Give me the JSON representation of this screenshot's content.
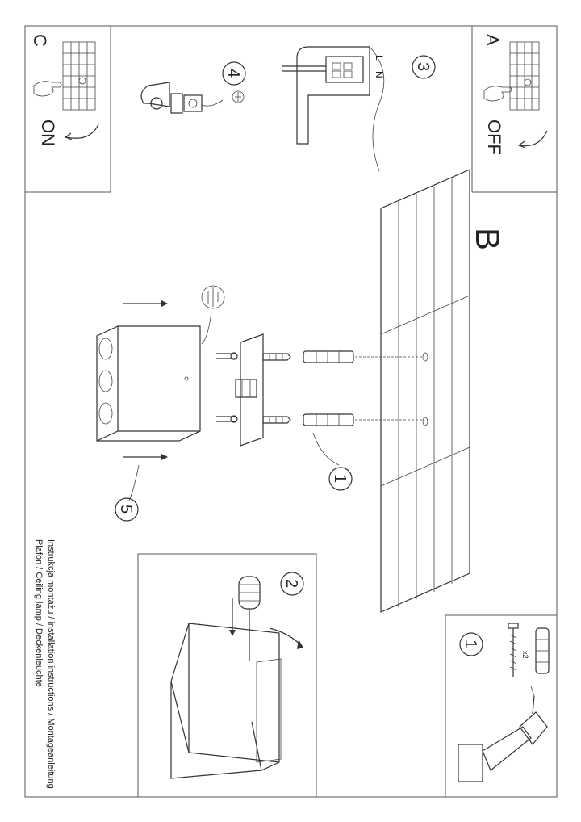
{
  "panels": {
    "a": {
      "letter": "A",
      "state": "OFF"
    },
    "c": {
      "letter": "C",
      "state": "ON"
    },
    "b": {
      "letter": "B"
    }
  },
  "steps": {
    "s1": "1",
    "s2": "2",
    "s3": "3",
    "s4": "4",
    "s5": "5",
    "kit": "1"
  },
  "wiring": {
    "live": "L",
    "neutral": "N"
  },
  "kit": {
    "quantity": "x2"
  },
  "caption": {
    "line1": "Instrukcja montażu / installation instructions / Montageanleitung",
    "line2": "Plafon / Ceiling lamp / Deckenleuchte"
  }
}
